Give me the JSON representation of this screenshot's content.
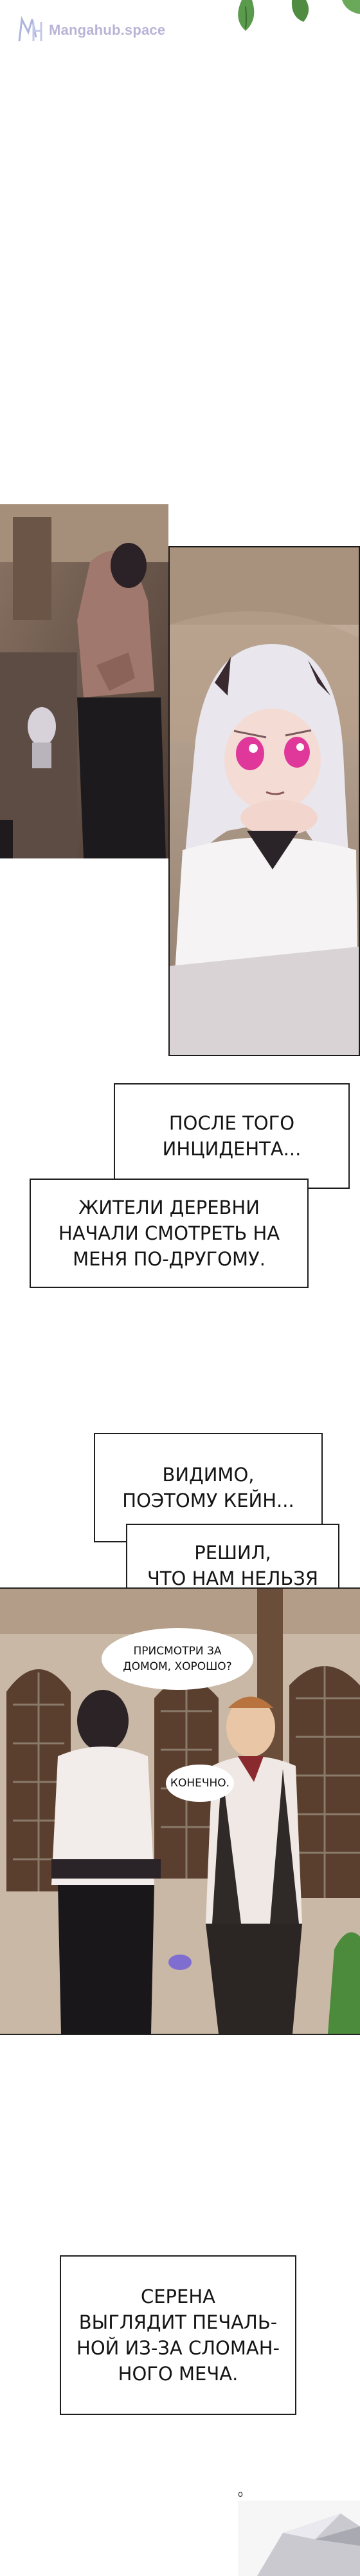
{
  "watermark": {
    "text": "Mangahub.space"
  },
  "captions": [
    {
      "text": "ПОСЛЕ ТОГО\nИНЦИДЕНТА..."
    },
    {
      "text": "ЖИТЕЛИ ДЕРЕВНИ\nНАЧАЛИ СМОТРЕТЬ НА\nМЕНЯ ПО-ДРУГОМУ."
    },
    {
      "text": "ВИДИМО,\nПОЭТОМУ КЕЙН..."
    },
    {
      "text": "РЕШИЛ,\nЧТО НАМ НЕЛЬЗЯ\nОСТАВАТЬСЯ."
    },
    {
      "text": "СЕРЕНА\nВЫГЛЯДИТ ПЕЧАЛЬ-\nНОЙ ИЗ-ЗА СЛОМАН-\nНОГО МЕЧА."
    }
  ],
  "bubbles": [
    {
      "text": "ПРИСМОТРИ ЗА\nДОМОМ, ХОРОШО?"
    },
    {
      "text": "КОНЕЧНО."
    }
  ],
  "sfx": {
    "text": "o"
  },
  "colors": {
    "hair": "#e9e6ee",
    "eyes": "#e0379a",
    "wall": "#c9b8a6",
    "wood": "#5a3f2e"
  }
}
